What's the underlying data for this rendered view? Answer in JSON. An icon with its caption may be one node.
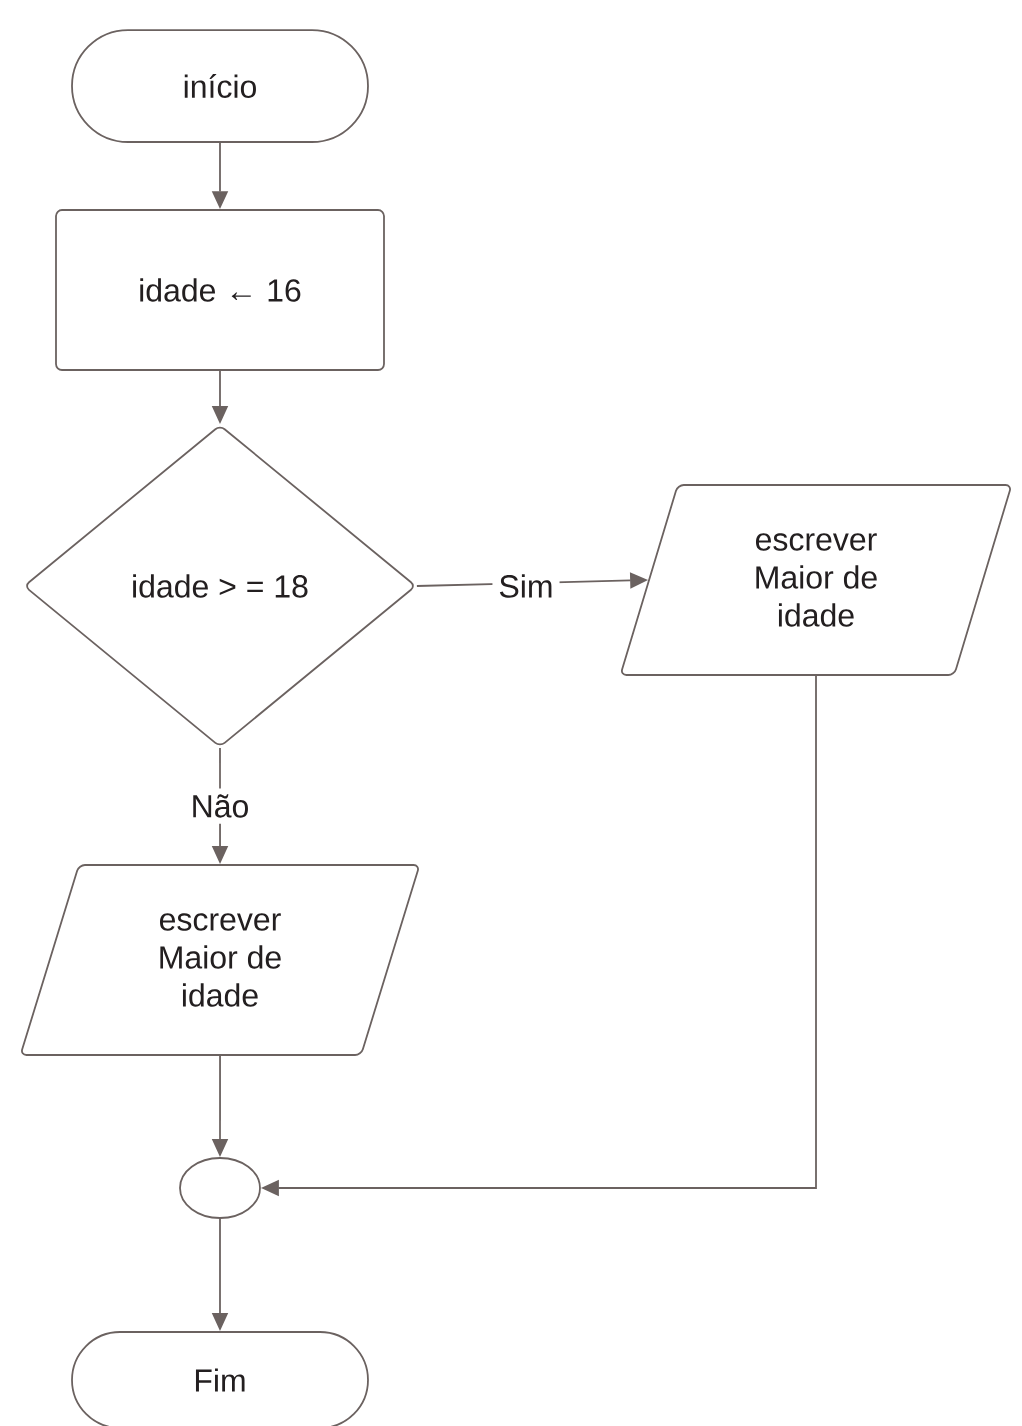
{
  "diagram": {
    "nodes": [
      {
        "text": [
          "início"
        ]
      },
      {
        "text": [
          "idade ← 16"
        ]
      },
      {
        "text": [
          "idade > = 18"
        ]
      },
      {
        "text": [
          "escrever Maior de idade"
        ]
      },
      {
        "text": [
          "escrever Maior de idade"
        ]
      },
      {
        "text": [],
        "shape": "circle"
      },
      {
        "text": [
          "Fim"
        ]
      }
    ],
    "edges": [
      {
        "from": 0,
        "to": 1,
        "arrow": "to"
      },
      {
        "from": 1,
        "to": 2,
        "arrow": "to"
      },
      {
        "from": 2,
        "to": 3,
        "arrow": "to",
        "label": "Sim"
      },
      {
        "from": 2,
        "to": 4,
        "arrow": "to",
        "label": "Não"
      },
      {
        "from": 4,
        "to": 5,
        "arrow": "to"
      },
      {
        "from": 3,
        "to": 5,
        "arrow": "to"
      },
      {
        "from": 5,
        "to": 6,
        "arrow": "to"
      }
    ]
  }
}
